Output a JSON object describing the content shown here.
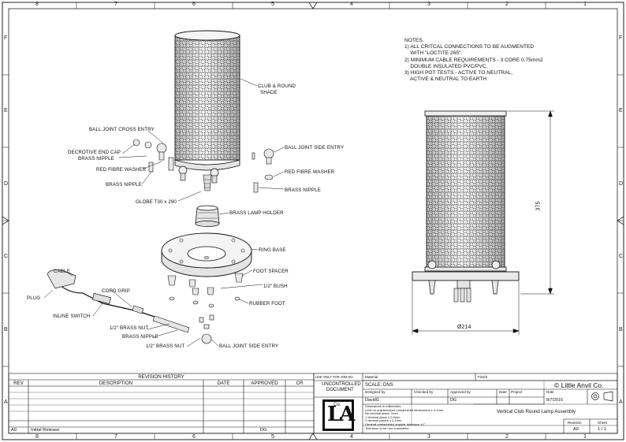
{
  "border": {
    "columns": [
      "8",
      "7",
      "6",
      "5",
      "4",
      "3",
      "2",
      "1"
    ],
    "rows": [
      "F",
      "E",
      "D",
      "C",
      "B",
      "A"
    ]
  },
  "notes": {
    "title": "NOTES.",
    "lines": [
      "1) ALL CRITCAL CONNECTIONS TO BE AUGMENTED",
      "    WITH \"LOCTITE 265\".",
      "2) MINIMUM CABLE REQUIREMENTS - 3 CORE 0.75mm2",
      "    DOUBLE INSULATED PVC/PVC.",
      "3) HIGH POT TESTS - ACTIVE TO NEUTRAL,",
      "    ACTIVE & NEUTRAL TO EARTH"
    ]
  },
  "callouts": {
    "shade": "CLUB & ROUND",
    "shade2": "SHADE",
    "ball_cross": "BALL JOINT CROSS ENTRY",
    "end_cap": "DECROTIVE END CAP",
    "brass_nipple_1": "BRASS NIPPLE",
    "red_washer_1": "RED FIBRE WASHER",
    "brass_nipple_2": "BRASS NIPPLE",
    "globe": "GLOBE T30 x 290",
    "lamp_holder": "BRASS LAMP HOLDER",
    "ball_side_1": "BALL JOINT SIDE ENTRY",
    "red_washer_2": "RED FIBRE WASHER",
    "brass_nipple_3": "BRASS NIPPLE",
    "ring_base": "RING BASE",
    "foot_spacer": "FOOT SPACER",
    "bush": "1/2\" BUSH",
    "rubber_foot": "RUBBER FOOT",
    "cable": "CABLE",
    "plug": "PLUG",
    "cord_grip": "CORD GRIP",
    "inline_switch": "INLINE SWITCH",
    "brass_nut_1": "1/2\" BRASS NUT",
    "brass_nipple_4": "BRASS NIPPLE",
    "brass_nut_2": "1/2\" BRASS NUT",
    "ball_side_2": "BALL JOINT SIDE ENTRY"
  },
  "dimensions": {
    "height": "375",
    "diameter": "Ø214"
  },
  "revision": {
    "title": "REVISION HISTORY",
    "headers": [
      "REV",
      "DESCRIPTION",
      "DATE",
      "APPROVED",
      "CR"
    ],
    "rows": [
      {
        "rev": "A0",
        "description": "Initial Release",
        "date": "",
        "approved": "DG",
        "cr": ""
      }
    ]
  },
  "titleblock": {
    "use_only": "USE ONLY FOR JOB NO.",
    "uncontrolled": "UNCONTROLLED",
    "document": "DOCUMENT",
    "material_label": "Material",
    "finish_label": "Finish",
    "company": "© Little Anvil Co.",
    "scale": "SCALE: DNS",
    "designed_by_label": "Designed by",
    "designed_by": "DavidG",
    "checked_by_label": "Checked by",
    "approved_by_label": "Approved by",
    "approved_by": "DG",
    "date_label": "Date",
    "project_label": "Project",
    "date2_label": "Date",
    "date": "8/7/2016",
    "tolerances": [
      "Dimensions in millimetres",
      "Limit on untoleranced unmachined dimensions ± 0.2mm",
      "No decimal place: 1mm",
      "1 decimal place ± 0.3mm",
      "2 decimal places ± 0.1mm",
      "General unmachined angular tolerance ±1°",
      "Tolerance to be non-cumulative."
    ],
    "drawing_title": "Vertical Club Round Lamp Assembly",
    "revision_label": "Revision",
    "revision": "A0",
    "sheet_label": "Sheet",
    "sheet": "1 / 1",
    "logo_text": "LA",
    "logo_small": "Co."
  },
  "colors": {
    "line": "#111111",
    "fill": "#f2f2f2",
    "metal": "#e6e6e6"
  }
}
